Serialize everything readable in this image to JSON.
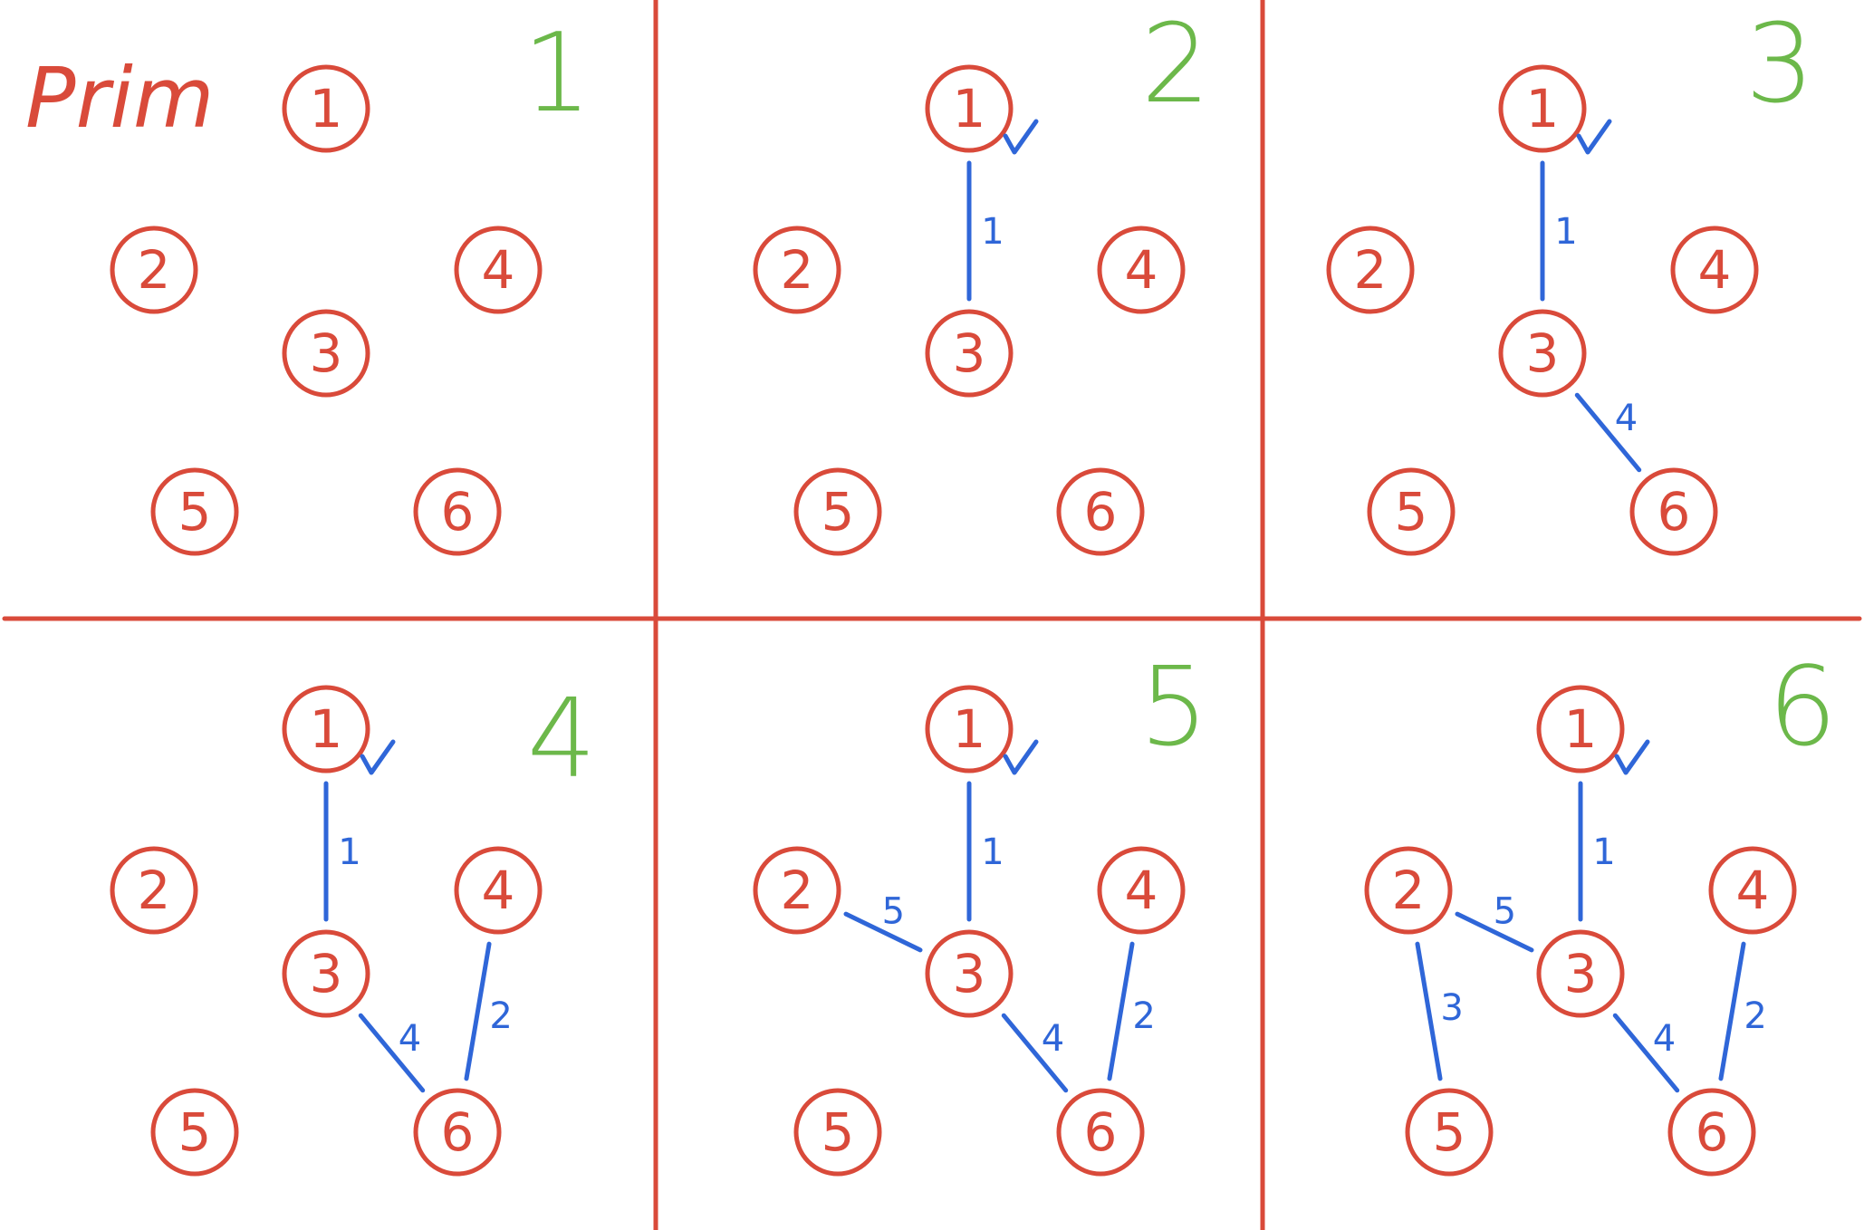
{
  "title": "Prim",
  "colors": {
    "grid": "#d94a3a",
    "node": "#d94a3a",
    "edge": "#2f66d8",
    "step": "#6cb84a",
    "check": "#2f66d8"
  },
  "nodes": [
    "1",
    "2",
    "3",
    "4",
    "5",
    "6"
  ],
  "panels": [
    {
      "step": "1",
      "edges": [],
      "checked": []
    },
    {
      "step": "2",
      "edges": [
        {
          "from": "1",
          "to": "3",
          "weight": "1"
        }
      ],
      "checked": [
        "1"
      ]
    },
    {
      "step": "3",
      "edges": [
        {
          "from": "1",
          "to": "3",
          "weight": "1"
        },
        {
          "from": "3",
          "to": "6",
          "weight": "4"
        }
      ],
      "checked": [
        "1"
      ]
    },
    {
      "step": "4",
      "edges": [
        {
          "from": "1",
          "to": "3",
          "weight": "1"
        },
        {
          "from": "3",
          "to": "6",
          "weight": "4"
        },
        {
          "from": "6",
          "to": "4",
          "weight": "2"
        }
      ],
      "checked": [
        "1"
      ]
    },
    {
      "step": "5",
      "edges": [
        {
          "from": "1",
          "to": "3",
          "weight": "1"
        },
        {
          "from": "3",
          "to": "6",
          "weight": "4"
        },
        {
          "from": "6",
          "to": "4",
          "weight": "2"
        },
        {
          "from": "3",
          "to": "2",
          "weight": "5"
        }
      ],
      "checked": [
        "1"
      ]
    },
    {
      "step": "6",
      "edges": [
        {
          "from": "1",
          "to": "3",
          "weight": "1"
        },
        {
          "from": "3",
          "to": "6",
          "weight": "4"
        },
        {
          "from": "6",
          "to": "4",
          "weight": "2"
        },
        {
          "from": "3",
          "to": "2",
          "weight": "5"
        },
        {
          "from": "2",
          "to": "5",
          "weight": "3"
        }
      ],
      "checked": [
        "1"
      ]
    }
  ]
}
